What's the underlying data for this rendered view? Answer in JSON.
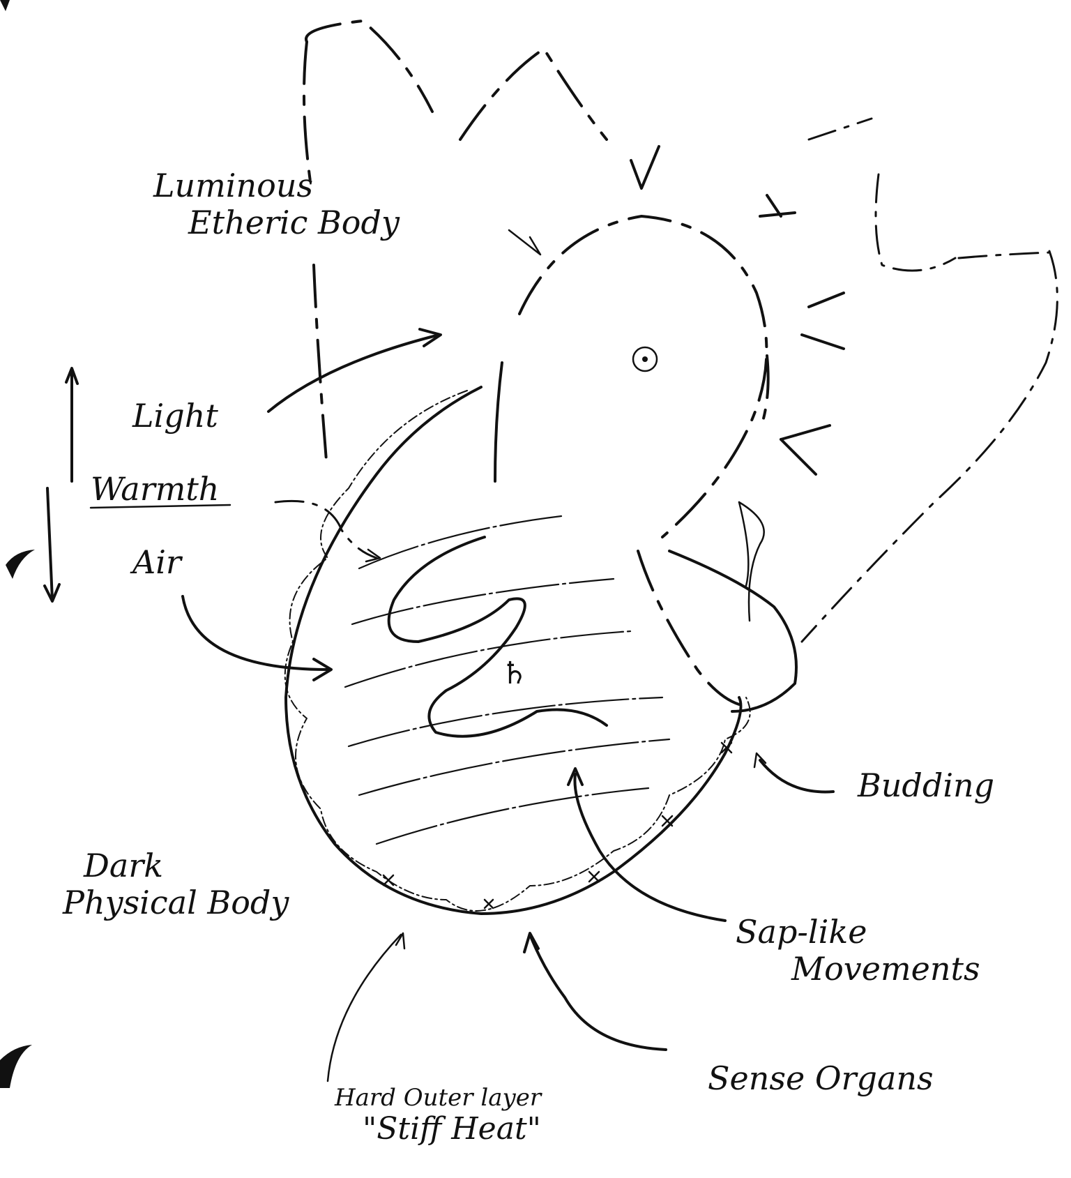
{
  "labels": {
    "luminous_line1": "Luminous",
    "luminous_line2": "Etheric Body",
    "light": "Light",
    "warmth": "Warmth",
    "air": "Air",
    "dark_line1": "Dark",
    "dark_line2": "Physical Body",
    "budding": "Budding",
    "sap_line1": "Sap-like",
    "sap_line2": "Movements",
    "sense_organs": "Sense Organs",
    "hard_line1": "Hard Outer layer",
    "hard_line2": "\"Stiff Heat\"",
    "center_symbol": "♄"
  }
}
